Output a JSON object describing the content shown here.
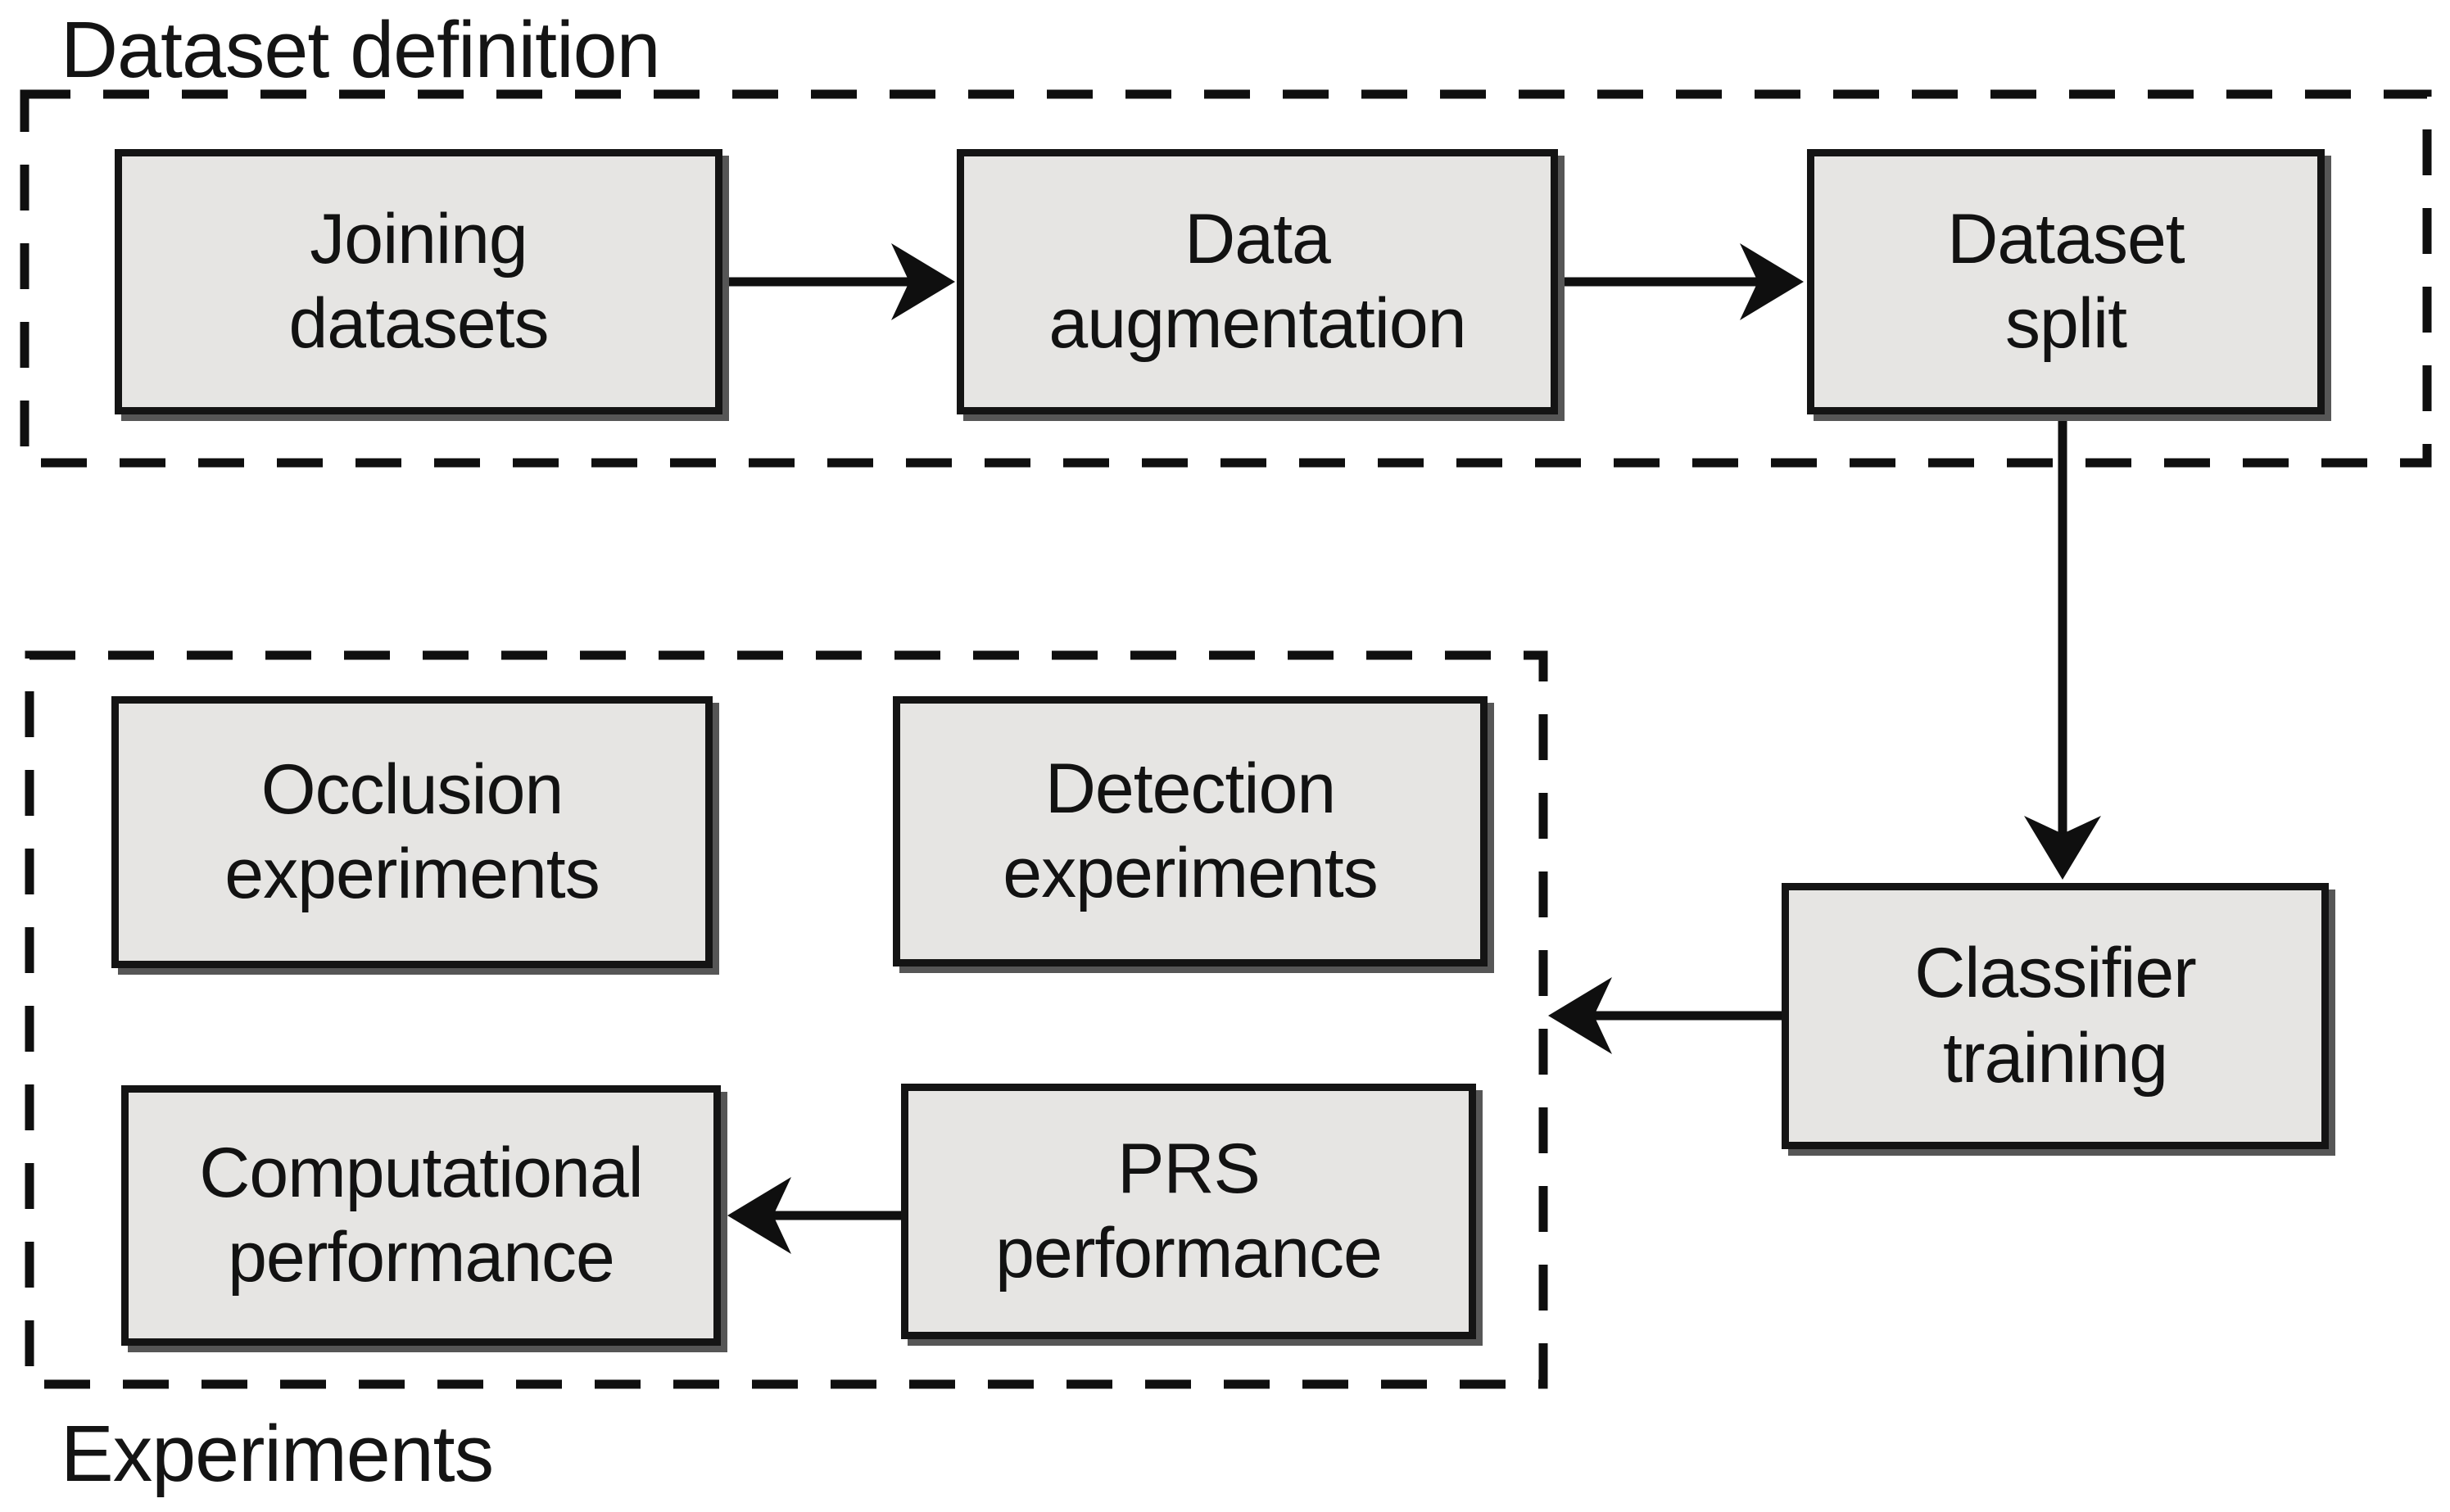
{
  "colors": {
    "background": "#ffffff",
    "node_fill": "#e6e5e3",
    "node_border": "#141414",
    "line": "#0f0f0f",
    "shadow": "#565656"
  },
  "groups": {
    "dataset_definition": {
      "label": "Dataset definition",
      "members": [
        "joining_datasets",
        "data_augmentation",
        "dataset_split"
      ]
    },
    "experiments": {
      "label": "Experiments",
      "members": [
        "occlusion_experiments",
        "detection_experiments",
        "computational_performance",
        "prs_performance"
      ]
    }
  },
  "nodes": {
    "joining_datasets": {
      "line1": "Joining",
      "line2": "datasets"
    },
    "data_augmentation": {
      "line1": "Data",
      "line2": "augmentation"
    },
    "dataset_split": {
      "line1": "Dataset",
      "line2": "split"
    },
    "classifier_training": {
      "line1": "Classifier",
      "line2": "training"
    },
    "occlusion_experiments": {
      "line1": "Occlusion",
      "line2": "experiments"
    },
    "detection_experiments": {
      "line1": "Detection",
      "line2": "experiments"
    },
    "computational_performance": {
      "line1": "Computational",
      "line2": "performance"
    },
    "prs_performance": {
      "line1": "PRS",
      "line2": "performance"
    }
  },
  "edges": [
    {
      "from": "joining_datasets",
      "to": "data_augmentation",
      "direction": "right"
    },
    {
      "from": "data_augmentation",
      "to": "dataset_split",
      "direction": "right"
    },
    {
      "from": "dataset_split",
      "to": "classifier_training",
      "direction": "down"
    },
    {
      "from": "classifier_training",
      "to": "experiments_group",
      "direction": "left"
    },
    {
      "from": "prs_performance",
      "to": "computational_performance",
      "direction": "left"
    }
  ]
}
